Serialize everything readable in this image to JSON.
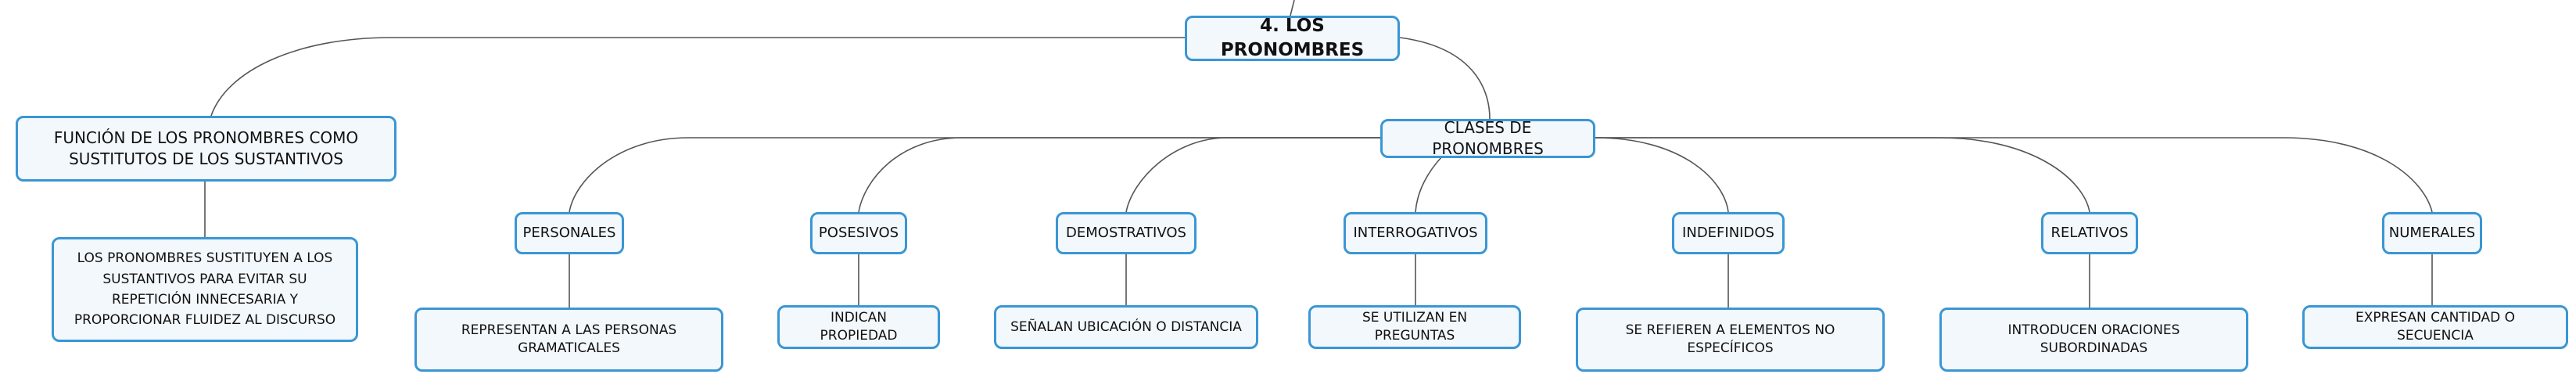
{
  "main": {
    "title": "4. LOS PRONOMBRES"
  },
  "function_branch": {
    "title": "FUNCIÓN DE LOS PRONOMBRES COMO SUSTITUTOS DE LOS SUSTANTIVOS",
    "description": "LOS PRONOMBRES SUSTITUYEN A LOS SUSTANTIVOS PARA EVITAR SU REPETICIÓN INNECESARIA Y PROPORCIONAR FLUIDEZ AL DISCURSO"
  },
  "classes_branch": {
    "title": "CLASES DE PRONOMBRES",
    "items": [
      {
        "label": "PERSONALES",
        "description": "REPRESENTAN A LAS PERSONAS GRAMATICALES"
      },
      {
        "label": "POSESIVOS",
        "description": "INDICAN PROPIEDAD"
      },
      {
        "label": "DEMOSTRATIVOS",
        "description": "SEÑALAN UBICACIÓN O DISTANCIA"
      },
      {
        "label": "INTERROGATIVOS",
        "description": "SE UTILIZAN EN PREGUNTAS"
      },
      {
        "label": "INDEFINIDOS",
        "description": "SE REFIEREN A ELEMENTOS NO ESPECÍFICOS"
      },
      {
        "label": "RELATIVOS",
        "description": "INTRODUCEN ORACIONES SUBORDINADAS"
      },
      {
        "label": "NUMERALES",
        "description": "EXPRESAN CANTIDAD O SECUENCIA"
      }
    ]
  },
  "colors": {
    "border": "#3a96d4",
    "fill": "#f3f8fd",
    "line": "#555555"
  }
}
